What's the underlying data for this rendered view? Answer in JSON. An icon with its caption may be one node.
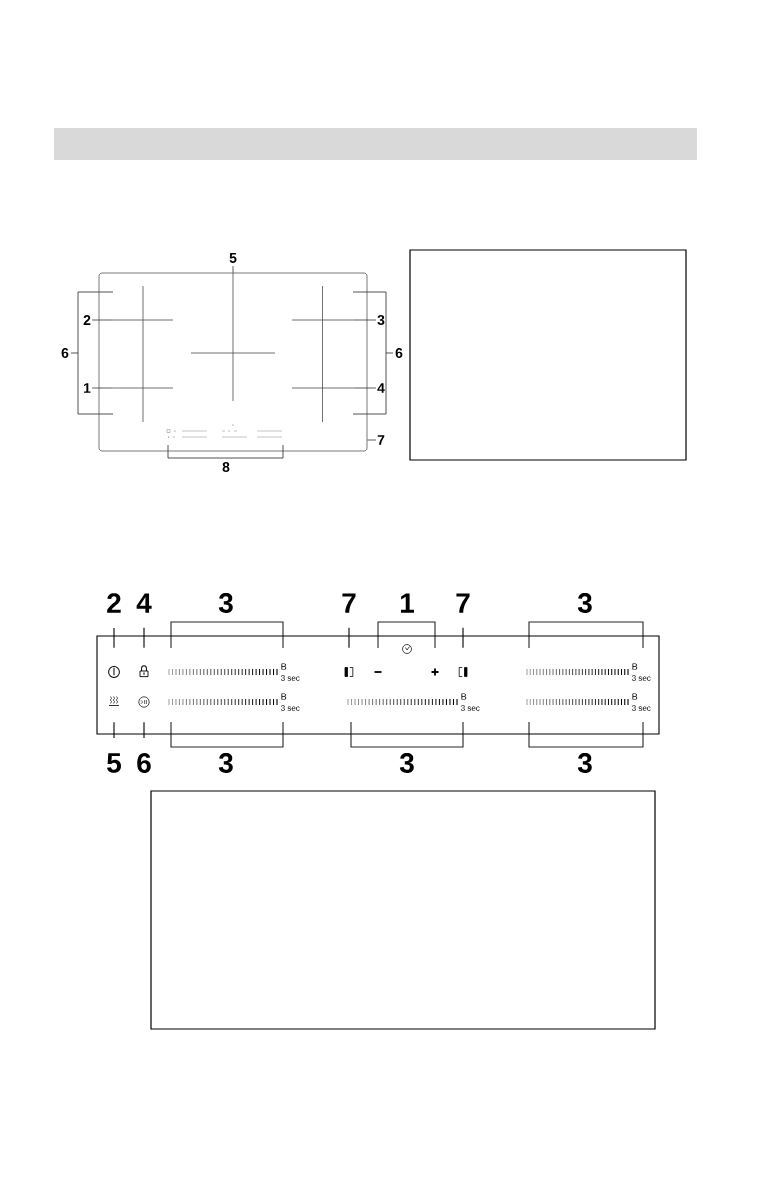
{
  "diagram": {
    "nodes": [
      {
        "text": [],
        "shape": "bar"
      },
      {
        "text": [],
        "shape": "box"
      },
      {
        "text": [],
        "shape": "picture",
        "in": 1
      },
      {
        "text": [],
        "shape": "picture",
        "in": 1
      },
      {
        "text": [],
        "shape": "picture",
        "in": 1
      },
      {
        "text": [],
        "shape": "picture",
        "in": 1
      },
      {
        "text": [],
        "shape": "picture",
        "in": 1
      },
      {
        "text": [
          "5"
        ]
      },
      {
        "text": [
          "2"
        ]
      },
      {
        "text": [
          "3"
        ]
      },
      {
        "text": [
          "1"
        ]
      },
      {
        "text": [
          "4"
        ]
      },
      {
        "text": [
          "7"
        ]
      },
      {
        "text": [],
        "shape": "box"
      },
      {
        "text": [],
        "shape": "picture",
        "in": 13
      },
      {
        "text": [],
        "shape": "picture",
        "in": 13
      },
      {
        "text": [],
        "shape": "picture",
        "in": 13
      },
      {
        "text": [],
        "shape": "picture",
        "in": 13
      },
      {
        "text": [],
        "shape": "picture",
        "in": 13
      },
      {
        "text": [],
        "shape": "picture",
        "in": 13
      },
      {
        "text": [
          "2"
        ]
      },
      {
        "text": [
          "4"
        ]
      },
      {
        "text": [
          "7"
        ]
      },
      {
        "text": [
          "7"
        ]
      },
      {
        "text": [
          "5"
        ]
      },
      {
        "text": [
          "6"
        ]
      }
    ],
    "edges": [
      {
        "from": 7,
        "to": 3,
        "arrow": "none"
      },
      {
        "from": 8,
        "to": 2,
        "arrow": "none"
      },
      {
        "from": 9,
        "to": 4,
        "arrow": "none"
      },
      {
        "from": 10,
        "to": 5,
        "arrow": "none"
      },
      {
        "from": 11,
        "to": 6,
        "arrow": "none"
      },
      {
        "from": 12,
        "to": 1,
        "arrow": "none"
      },
      {
        "from": 20,
        "to": 14,
        "arrow": "none"
      },
      {
        "from": 21,
        "to": 15,
        "arrow": "none"
      },
      {
        "from": 22,
        "to": 16,
        "arrow": "none"
      },
      {
        "from": 23,
        "to": 17,
        "arrow": "none"
      },
      {
        "from": 24,
        "to": 18,
        "arrow": "none"
      },
      {
        "from": 25,
        "to": 19,
        "arrow": "none"
      }
    ],
    "labels": [
      "6",
      "6",
      "8",
      "3",
      "1",
      "3",
      "B",
      "3 sec",
      "B",
      "3 sec",
      "B",
      "3 sec",
      "B",
      "3 sec",
      "B",
      "3 sec",
      "3",
      "3",
      "3"
    ]
  }
}
